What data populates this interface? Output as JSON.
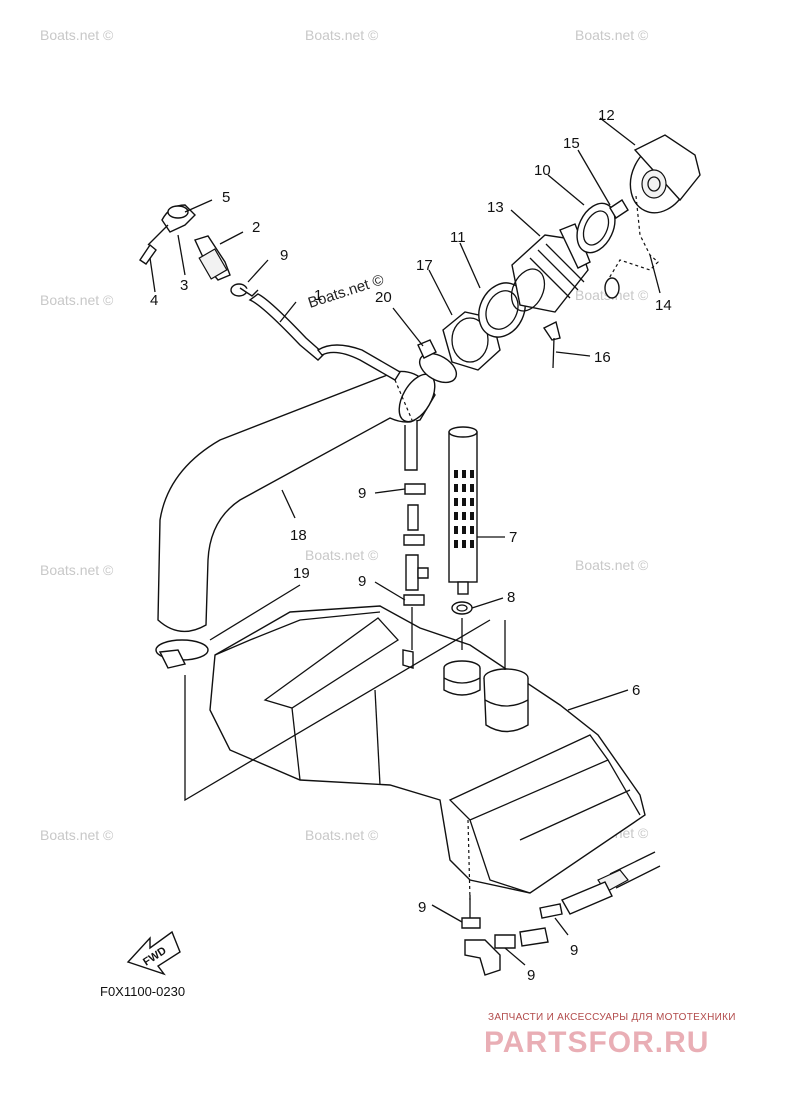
{
  "watermark": "Boats.net ©",
  "callouts": {
    "p2": "2",
    "p3": "3",
    "p4": "4",
    "p5": "5",
    "p6": "6",
    "p7": "7",
    "p8": "8",
    "p9": "9",
    "p10": "10",
    "p11": "11",
    "p12": "12",
    "p13": "13",
    "p14": "14",
    "p15": "15",
    "p16": "16",
    "p17": "17",
    "p18": "18",
    "p19": "19",
    "p20": "20"
  },
  "fwd_label": "FWD",
  "figure_code": "F0X1100-0230",
  "brand": {
    "tagline": "ЗАПЧАСТИ И АКСЕССУАРЫ ДЛЯ МОТОТЕХНИКИ",
    "name": "PARTSFOR.RU"
  }
}
